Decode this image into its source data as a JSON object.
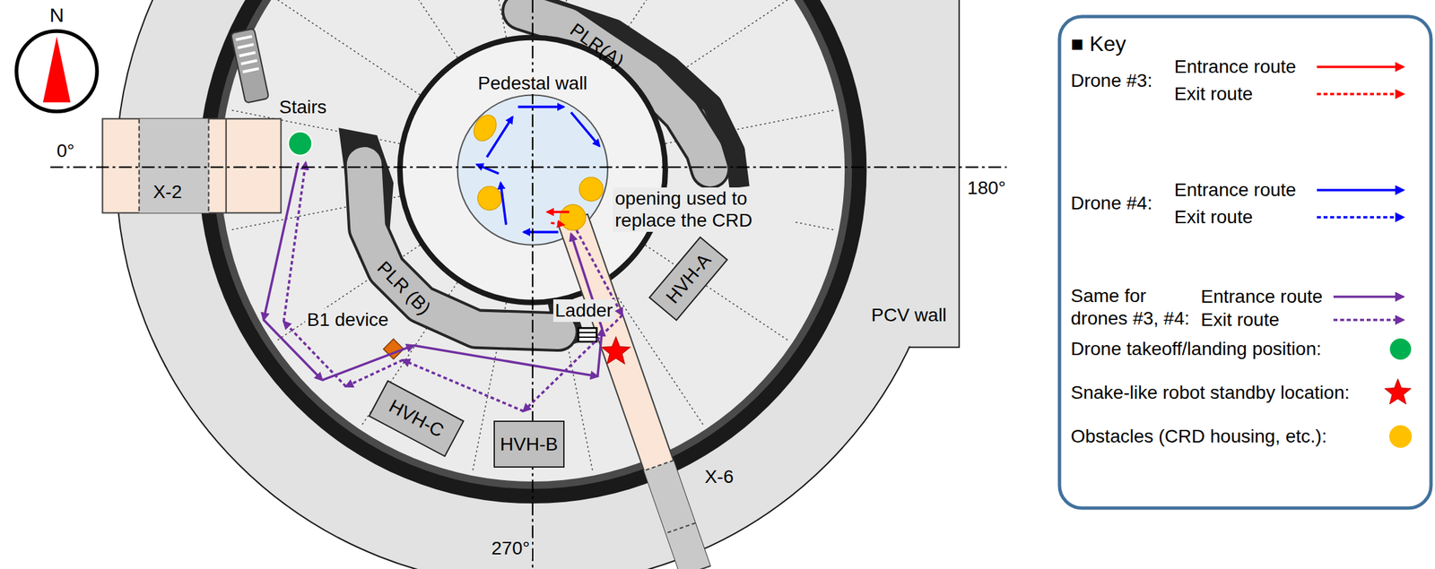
{
  "diagram": {
    "nodes": [
      {
        "text": [
          "PLR(A)"
        ]
      },
      {
        "text": [
          "Pedestal wall"
        ]
      },
      {
        "text": [
          "X-2"
        ]
      },
      {
        "text": [
          "PLR (B)"
        ]
      },
      {
        "text": [
          "HVH-A"
        ]
      },
      {
        "text": [
          "HVH-C"
        ]
      },
      {
        "text": [
          "HVH-B"
        ]
      }
    ],
    "labels": [
      "N",
      "Stairs",
      "0°",
      "180°",
      "opening used to replace the CRD",
      "B1 device",
      "Ladder",
      "PCV wall",
      "X-6",
      "270°",
      "■ Key",
      "Drone #3:",
      "Drone #4:",
      "Same for drones #3, #4:"
    ],
    "legend": [
      {
        "text": "Entrance route"
      },
      {
        "text": "Exit route"
      },
      {
        "text": "Entrance route"
      },
      {
        "text": "Exit route"
      },
      {
        "text": "Entrance route"
      },
      {
        "text": "Exit route"
      },
      {
        "text": "Drone takeoff/landing position:",
        "color": "#00b050"
      },
      {
        "text": "Snake-like robot standby location:"
      },
      {
        "text": "Obstacles (CRD housing, etc.):",
        "color": "#ffc000"
      }
    ]
  }
}
